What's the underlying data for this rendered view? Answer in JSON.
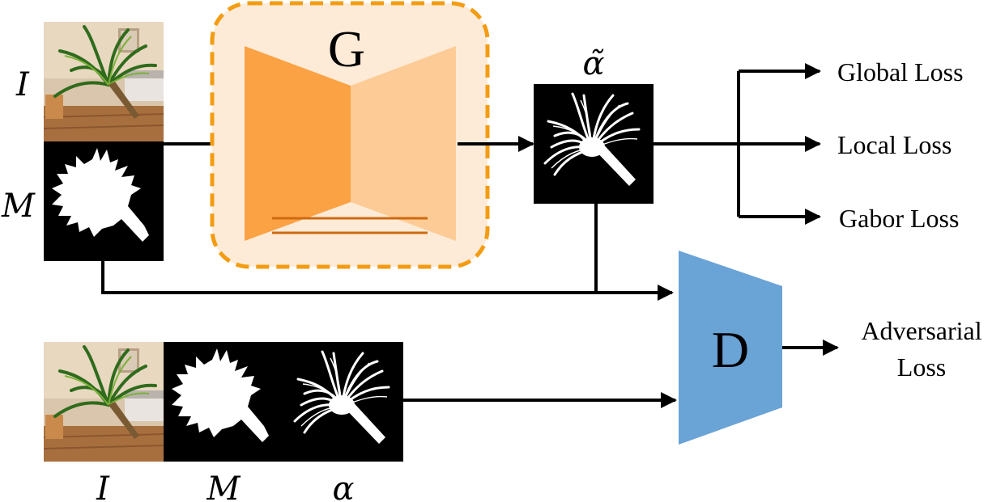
{
  "generator": {
    "label": "G",
    "box_fill": "#fdebd8",
    "box_border": "#f39c12",
    "encoder_color": "#fba244",
    "decoder_color": "#fdcb95",
    "skip_color": "#cf6a10"
  },
  "discriminator": {
    "label": "D",
    "color": "#6aa3d6"
  },
  "inputs": {
    "image_label": "I",
    "mask_label": "M"
  },
  "output": {
    "alpha_pred_label": "α̃"
  },
  "real_pair": {
    "image_label": "I",
    "mask_label": "M",
    "alpha_label": "α"
  },
  "losses": {
    "global": "Global Loss",
    "local": "Local Loss",
    "gabor": "Gabor Loss",
    "adversarial_line1": "Adversarial",
    "adversarial_line2": "Loss"
  },
  "icons": {
    "photo": "indoor-room-palm-plant-photo",
    "mask": "coarse-mask-silhouette",
    "alpha": "alpha-matte-silhouette"
  }
}
